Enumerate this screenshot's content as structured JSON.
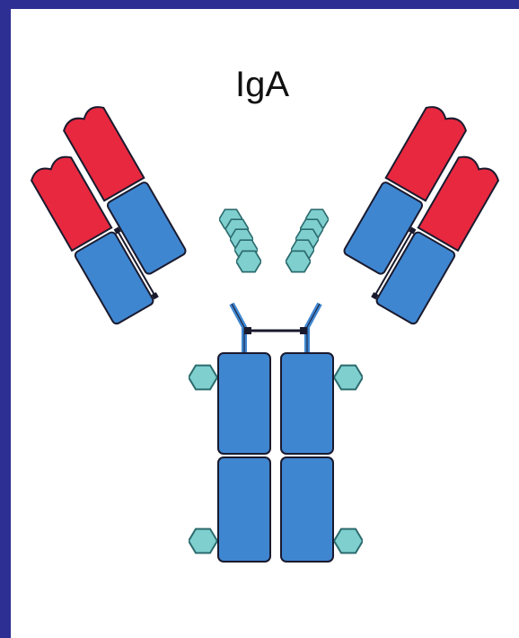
{
  "title": "IgA",
  "colors": {
    "background": "#2e2f93",
    "panel": "#ffffff",
    "light_chain_variable": "#e8283f",
    "constant_domain": "#3f86d1",
    "glycan": "#7fcfcf",
    "outline": "#1a1a2e"
  },
  "icons": {
    "glycan": "hexagon",
    "disulfide": "line-with-square-ends"
  }
}
